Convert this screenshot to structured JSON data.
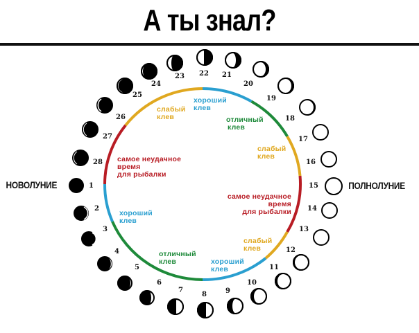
{
  "title": "А ты знал?",
  "phases": {
    "new_moon": "НОВОЛУНИЕ",
    "full_moon": "ПОЛНОЛУНИЕ"
  },
  "colors": {
    "poor": "#e0a820",
    "good": "#2a9fd0",
    "excellent": "#1e8a3a",
    "worst": "#b81c24"
  },
  "segments": [
    {
      "id": "top-good",
      "text1": "хороший",
      "text2": "клев",
      "rating": "good"
    },
    {
      "id": "top-poor",
      "text1": "слабый",
      "text2": "клев",
      "rating": "poor"
    },
    {
      "id": "top-excellent",
      "text1": "отличный",
      "text2": "клев",
      "rating": "excellent"
    },
    {
      "id": "right-poor",
      "text1": "слабый",
      "text2": "клев",
      "rating": "poor"
    },
    {
      "id": "left-worst",
      "text1": "самое неудачное",
      "text2": "время",
      "text3": "для рыбалки",
      "rating": "worst"
    },
    {
      "id": "right-worst",
      "text1": "самое неудачное",
      "text2": "время",
      "text3": "для рыбалки",
      "rating": "worst"
    },
    {
      "id": "left-good",
      "text1": "хороший",
      "text2": "клев",
      "rating": "good"
    },
    {
      "id": "bottom-right-poor",
      "text1": "слабый",
      "text2": "клев",
      "rating": "poor"
    },
    {
      "id": "bottom-excellent",
      "text1": "отличный",
      "text2": "клев",
      "rating": "excellent"
    },
    {
      "id": "bottom-good",
      "text1": "хороший",
      "text2": "клев",
      "rating": "good"
    }
  ],
  "days": [
    "1",
    "2",
    "3",
    "4",
    "5",
    "6",
    "7",
    "8",
    "9",
    "10",
    "11",
    "12",
    "13",
    "14",
    "15",
    "16",
    "17",
    "18",
    "19",
    "20",
    "21",
    "22",
    "23",
    "24",
    "25",
    "26",
    "27",
    "28"
  ]
}
